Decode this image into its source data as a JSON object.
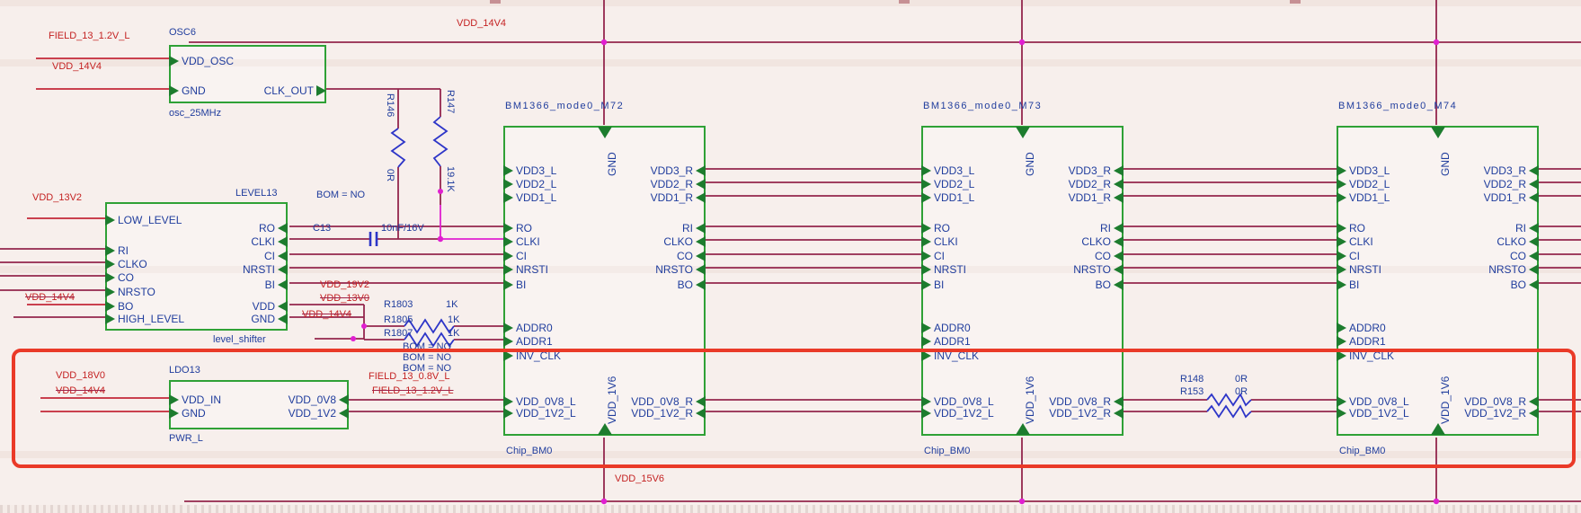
{
  "colors": {
    "background": "#f7efec",
    "wire": "#93264d",
    "wire_accent": "#c42737",
    "highlighted_net": "#e01fd0",
    "component_outline": "#2fa136",
    "pin_fill": "#1d7c2e",
    "pin_text": "#203d9d",
    "net_label": "#c42222",
    "resistor_symbol": "#2d35c8",
    "highlight_box": "#ea3a28",
    "junction_dot": "#e01fd0"
  },
  "osc": {
    "ref": "OSC6",
    "sub": "osc_25MHz",
    "pins_left": [
      "VDD_OSC",
      "GND"
    ],
    "pin_right": "CLK_OUT"
  },
  "level_shifter": {
    "ref": "LEVEL13",
    "sub": "level_shifter",
    "pins_left": [
      "LOW_LEVEL",
      "RI",
      "CLKO",
      "CO",
      "NRSTO",
      "BO",
      "HIGH_LEVEL"
    ],
    "pins_right": [
      "RO",
      "CLKI",
      "CI",
      "NRSTI",
      "BI",
      "VDD",
      "GND"
    ]
  },
  "ldo": {
    "ref": "LDO13",
    "sub": "PWR_L",
    "pins_left": [
      "VDD_IN",
      "GND"
    ],
    "pins_right": [
      "VDD_0V8",
      "VDD_1V2"
    ]
  },
  "chips": [
    {
      "title": "BM1366_mode0_M72",
      "sub": "Chip_BM0",
      "top_pin": "GND",
      "bottom_pin": "VDD_1V6",
      "left_pins": [
        "VDD3_L",
        "VDD2_L",
        "VDD1_L",
        "RO",
        "CLKI",
        "CI",
        "NRSTI",
        "BI",
        "ADDR0",
        "ADDR1",
        "INV_CLK",
        "VDD_0V8_L",
        "VDD_1V2_L"
      ],
      "right_pins": [
        "VDD3_R",
        "VDD2_R",
        "VDD1_R",
        "RI",
        "CLKO",
        "CO",
        "NRSTO",
        "BO",
        "VDD_0V8_R",
        "VDD_1V2_R"
      ]
    },
    {
      "title": "BM1366_mode0_M73",
      "sub": "Chip_BM0",
      "top_pin": "GND",
      "bottom_pin": "VDD_1V6",
      "left_pins": [
        "VDD3_L",
        "VDD2_L",
        "VDD1_L",
        "RO",
        "CLKI",
        "CI",
        "NRSTI",
        "BI",
        "ADDR0",
        "ADDR1",
        "INV_CLK",
        "VDD_0V8_L",
        "VDD_1V2_L"
      ],
      "right_pins": [
        "VDD3_R",
        "VDD2_R",
        "VDD1_R",
        "RI",
        "CLKO",
        "CO",
        "NRSTO",
        "BO",
        "VDD_0V8_R",
        "VDD_1V2_R"
      ]
    },
    {
      "title": "BM1366_mode0_M74",
      "sub": "Chip_BM0",
      "top_pin": "GND",
      "bottom_pin": "VDD_1V6",
      "left_pins": [
        "VDD3_L",
        "VDD2_L",
        "VDD1_L",
        "RO",
        "CLKI",
        "CI",
        "NRSTI",
        "BI",
        "ADDR0",
        "ADDR1",
        "INV_CLK",
        "VDD_0V8_L",
        "VDD_1V2_L"
      ],
      "right_pins": [
        "VDD3_R",
        "VDD2_R",
        "VDD1_R",
        "RI",
        "CLKO",
        "CO",
        "NRSTO",
        "BO",
        "VDD_0V8_R",
        "VDD_1V2_R"
      ]
    }
  ],
  "capacitor": {
    "ref": "C13",
    "value": "10nF/16V"
  },
  "resistors": [
    {
      "ref": "R146",
      "value": "0R",
      "note": "BOM = NO"
    },
    {
      "ref": "R147",
      "value": "19.1K",
      "note": ""
    },
    {
      "ref": "R1803",
      "value": "1K",
      "note": "BOM = NO"
    },
    {
      "ref": "R1805",
      "value": "1K",
      "note": "BOM = NO"
    },
    {
      "ref": "R1807",
      "value": "1K",
      "note": "BOM = NO"
    },
    {
      "ref": "R148",
      "value": "0R",
      "note": ""
    },
    {
      "ref": "R153",
      "value": "0R",
      "note": ""
    }
  ],
  "net_labels": [
    {
      "text": "FIELD_13_1.2V_L",
      "struck": false
    },
    {
      "text": "VDD_14V4",
      "struck": false
    },
    {
      "text": "VDD_14V4",
      "struck": false
    },
    {
      "text": "VDD_13V2",
      "struck": false
    },
    {
      "text": "VDD_14V4",
      "struck": true
    },
    {
      "text": "VDD_19V2",
      "struck": false
    },
    {
      "text": "VDD_13V0",
      "struck": true
    },
    {
      "text": "VDD_14V4",
      "struck": true
    },
    {
      "text": "VDD_18V0",
      "struck": false
    },
    {
      "text": "VDD_14V4",
      "struck": true
    },
    {
      "text": "FIELD_13_0.8V_L",
      "struck": false
    },
    {
      "text": "FIELD_13_1.2V_L",
      "struck": true
    },
    {
      "text": "VDD_15V6",
      "struck": false
    }
  ]
}
